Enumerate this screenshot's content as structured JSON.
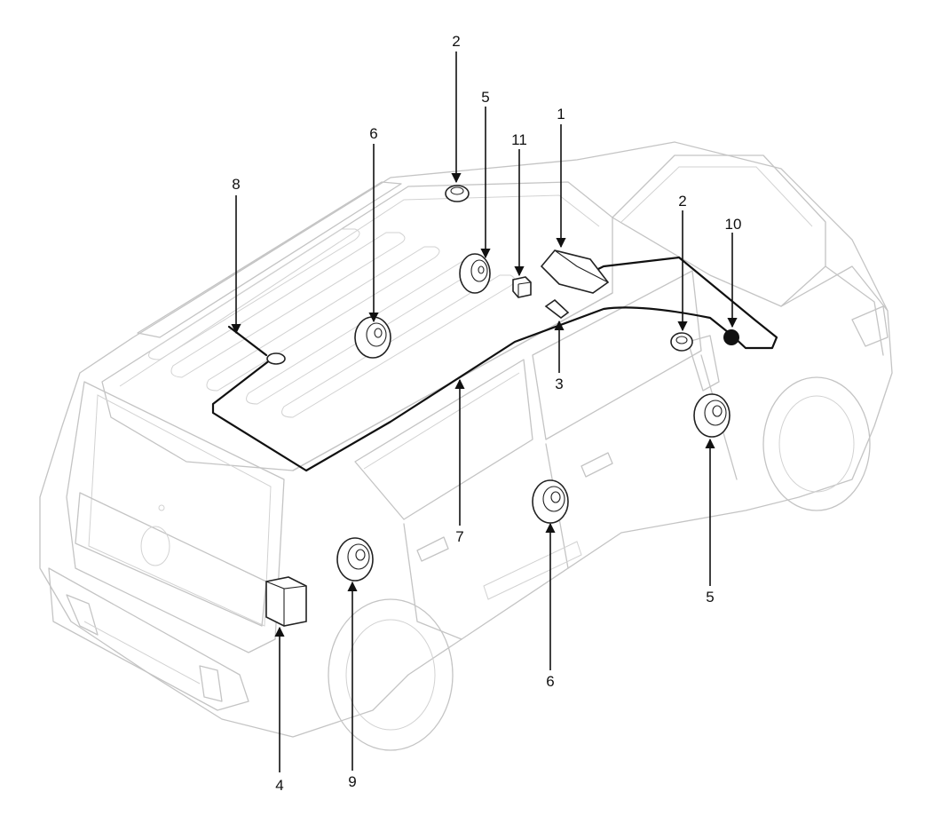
{
  "callouts": [
    {
      "id": "c1",
      "text": "1"
    },
    {
      "id": "c2a",
      "text": "2"
    },
    {
      "id": "c2b",
      "text": "2"
    },
    {
      "id": "c3",
      "text": "3"
    },
    {
      "id": "c4",
      "text": "4"
    },
    {
      "id": "c5a",
      "text": "5"
    },
    {
      "id": "c5b",
      "text": "5"
    },
    {
      "id": "c6a",
      "text": "6"
    },
    {
      "id": "c6b",
      "text": "6"
    },
    {
      "id": "c7",
      "text": "7"
    },
    {
      "id": "c8",
      "text": "8"
    },
    {
      "id": "c9",
      "text": "9"
    },
    {
      "id": "c10",
      "text": "10"
    },
    {
      "id": "c11",
      "text": "11"
    }
  ],
  "colors": {
    "outline": "#c4c4c4",
    "ink": "#111111"
  }
}
